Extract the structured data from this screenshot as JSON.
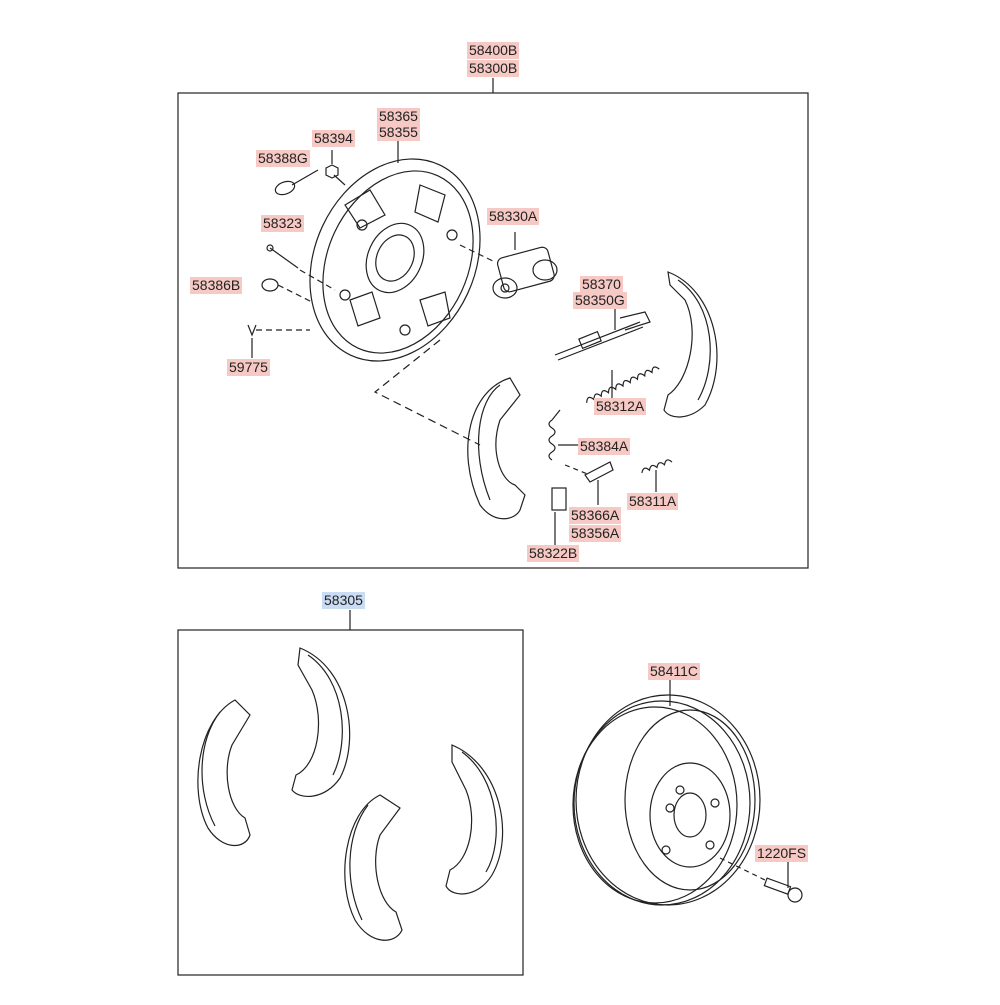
{
  "colors": {
    "label_highlight": "#f6c9c4",
    "label_highlight_selected": "#c9dcf3",
    "line": "#222222"
  },
  "labels": {
    "assy_rh": "58400B",
    "assy_lh": "58300B",
    "backing_plate_rh": "58365",
    "backing_plate_lh": "58355",
    "bolt_58394": "58394",
    "plug_58388g": "58388G",
    "pin_58323": "58323",
    "cup_58386b": "58386B",
    "clip_59775": "59775",
    "wheel_cylinder": "58330A",
    "adjuster_58370": "58370",
    "adjuster_58350g": "58350G",
    "spring_58312a": "58312A",
    "spring_58384a": "58384A",
    "spring_58311a": "58311A",
    "lever_58366a": "58366A",
    "lever_58356a": "58356A",
    "clip_58322b": "58322B",
    "shoe_kit": "58305",
    "drum": "58411C",
    "drum_screw": "1220FS"
  }
}
